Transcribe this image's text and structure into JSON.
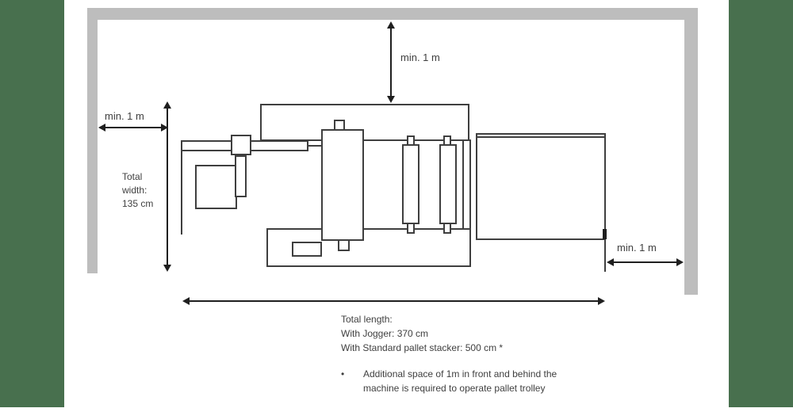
{
  "diagram": {
    "clearances": {
      "top": "min. 1 m",
      "left": "min. 1 m",
      "right": "min. 1 m"
    },
    "total_width": {
      "line1": "Total",
      "line2": "width:",
      "line3": "135 cm"
    },
    "total_length": {
      "title": "Total length:",
      "jogger": "With Jogger: 370 cm",
      "stacker": "With Standard pallet stacker: 500 cm *"
    },
    "footnote": {
      "bullet": "•",
      "line1": "Additional space of 1m in front and behind the",
      "line2": "machine is required to operate pallet trolley"
    },
    "colors": {
      "matte_bar": "#48704E",
      "wall": "#BDBDBD",
      "line": "#3F3F3F",
      "arrow": "#1F1F1F",
      "text": "#3F3F3F"
    }
  }
}
